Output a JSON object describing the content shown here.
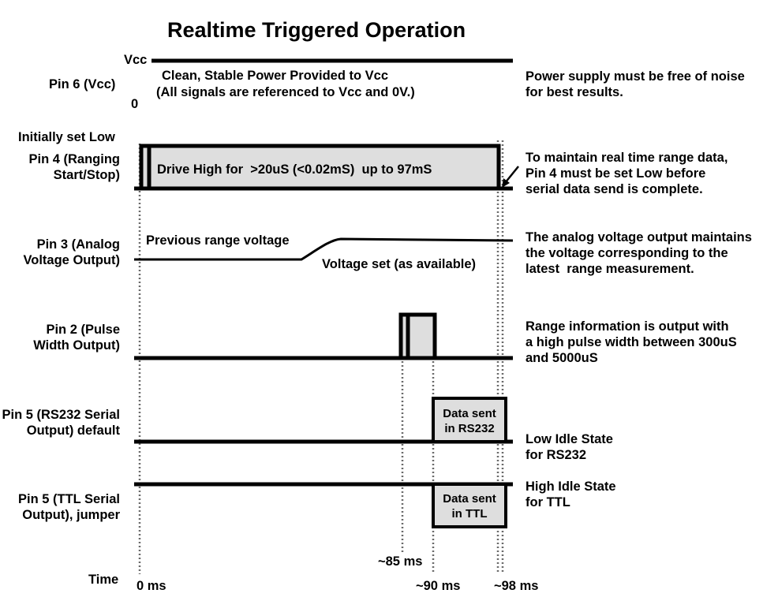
{
  "title": "Realtime Triggered Operation",
  "vcc": {
    "label": "Pin 6 (Vcc)",
    "rail_high": "Vcc",
    "rail_low": "0",
    "caption_lines": [
      "Clean, Stable Power Provided to Vcc",
      "(All signals are referenced to Vcc and 0V.)"
    ],
    "note_lines": [
      "Power supply must be free of noise",
      "for best results."
    ]
  },
  "pin4": {
    "pre_label": "Initially set Low",
    "label_lines": [
      "Pin 4 (Ranging",
      "Start/Stop)"
    ],
    "pulse_text": "Drive High for  >20uS (<0.02mS)  up to 97mS",
    "note_lines": [
      "To maintain real time range data,",
      "Pin 4 must be set Low before",
      "serial data send is complete."
    ]
  },
  "pin3": {
    "label_lines": [
      "Pin 3 (Analog",
      "Voltage Output)"
    ],
    "previous_text": "Previous range voltage",
    "set_text": "Voltage set (as available)",
    "note_lines": [
      "The analog voltage output maintains",
      "the voltage corresponding to the",
      "latest  range measurement."
    ]
  },
  "pin2": {
    "label_lines": [
      "Pin 2 (Pulse",
      "Width Output)"
    ],
    "note_lines": [
      "Range information is output with",
      "a high pulse width between 300uS",
      "and 5000uS"
    ]
  },
  "pin5_rs232": {
    "label_lines": [
      "Pin 5 (RS232 Serial",
      "Output) default"
    ],
    "box_lines": [
      "Data sent",
      "in RS232"
    ],
    "note_lines": [
      "Low Idle State",
      "for RS232"
    ]
  },
  "pin5_ttl": {
    "label_lines": [
      "Pin 5 (TTL Serial",
      "Output), jumper"
    ],
    "box_lines": [
      "Data sent",
      "in TTL"
    ],
    "note_lines": [
      "High Idle State",
      "for TTL"
    ]
  },
  "time": {
    "label": "Time",
    "marks": [
      "0 ms",
      "~85 ms",
      "~90 ms",
      "~98 ms"
    ]
  },
  "colors": {
    "fill": "#dedede",
    "ink": "#000000",
    "guide": "#6a6a6a"
  }
}
